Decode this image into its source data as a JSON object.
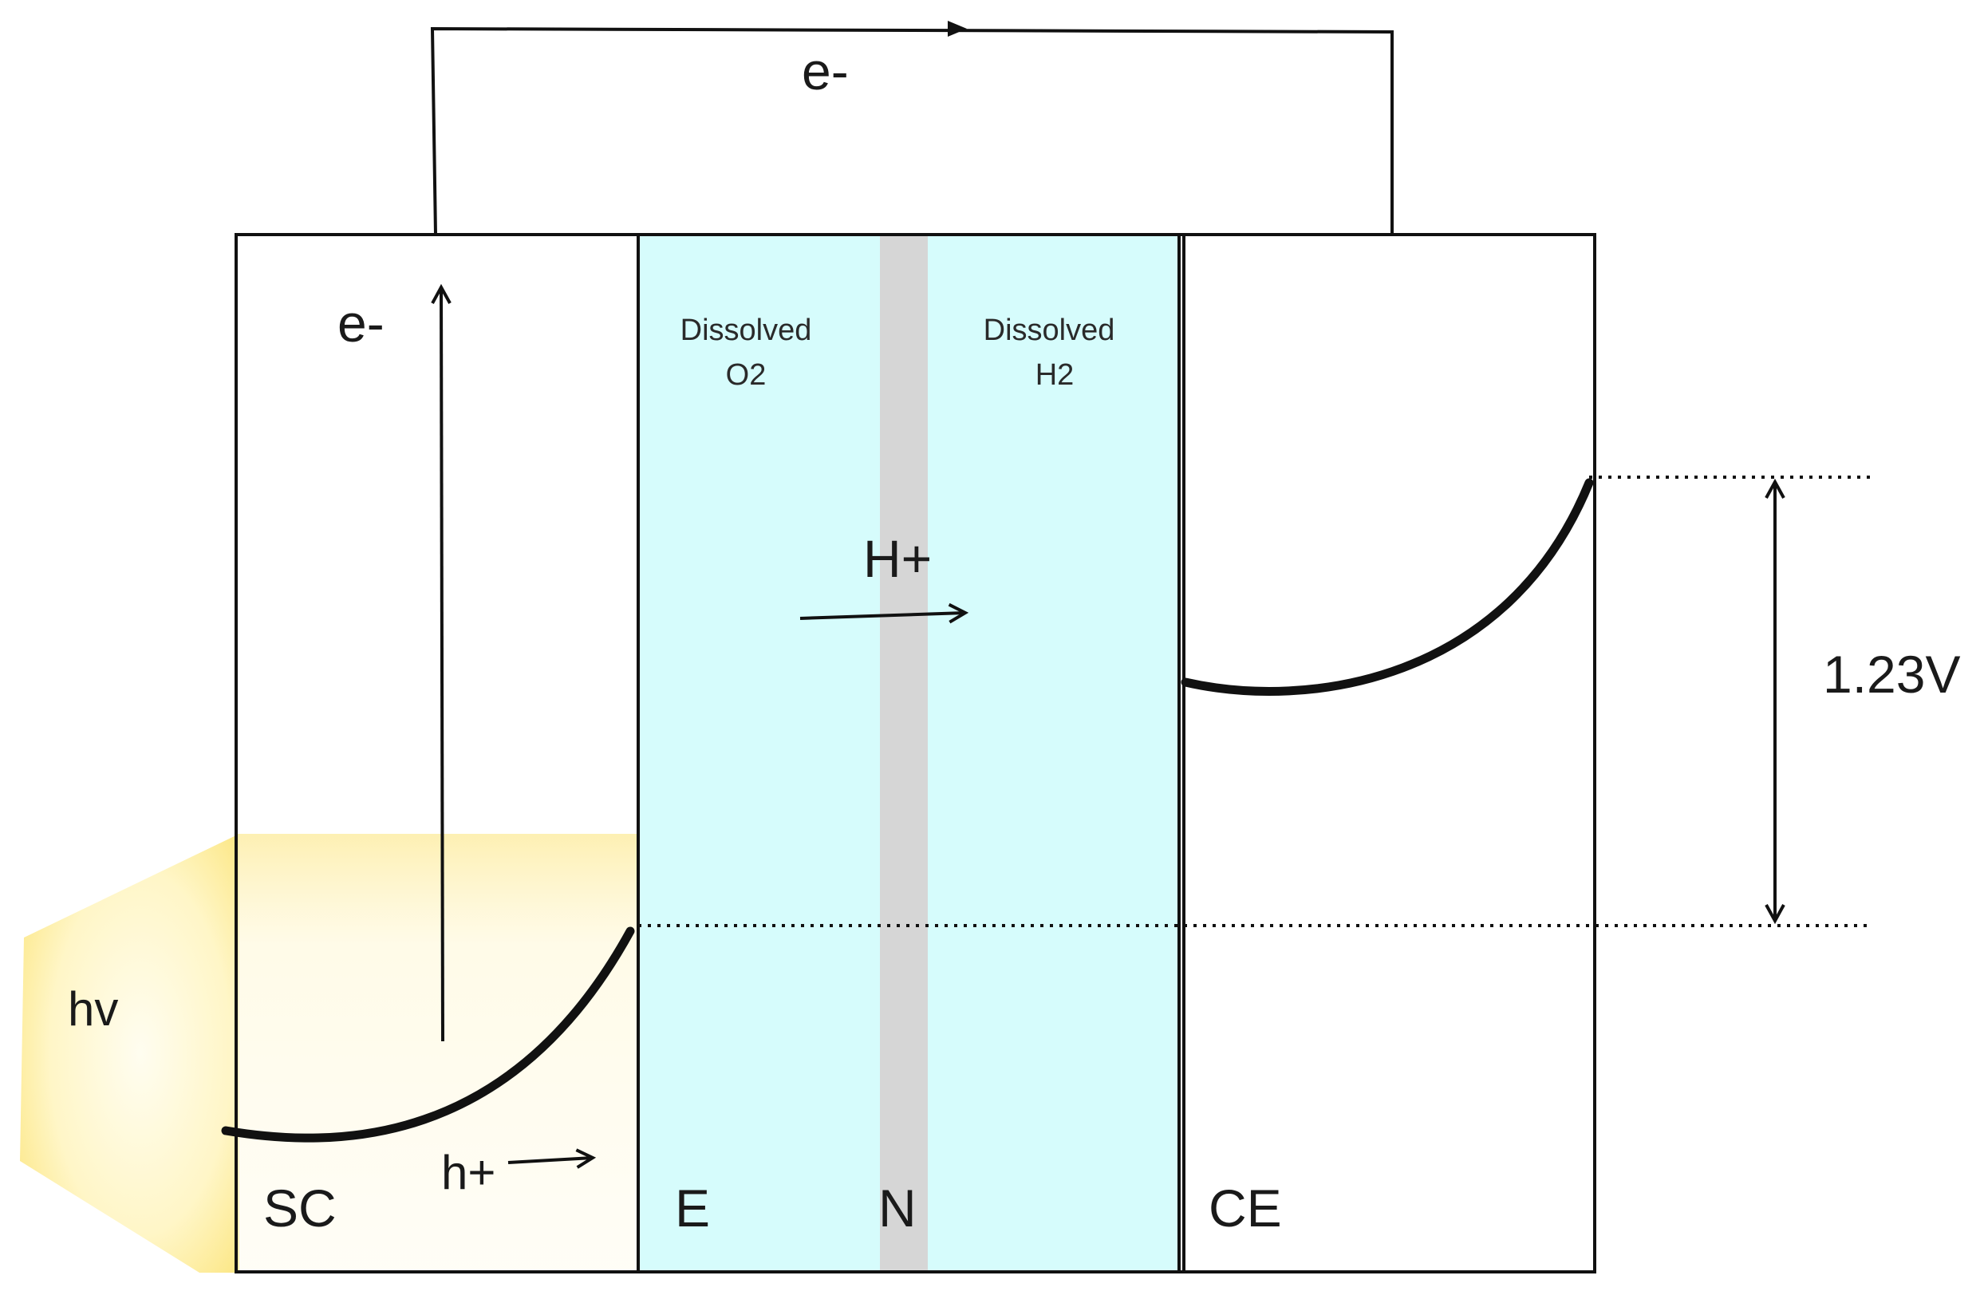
{
  "diagram": {
    "top_electron_label": "e-",
    "sc_electron_label": "e-",
    "photon_label": "hv",
    "hole_label": "h+",
    "proton_label": "H+",
    "voltage_label": "1.23V",
    "regions": {
      "sc": "SC",
      "electrolyte": "E",
      "membrane": "N",
      "counter_electrode": "CE"
    },
    "species_left": {
      "line1": "Dissolved",
      "line2": "O2"
    },
    "species_right": {
      "line1": "Dissolved",
      "line2": "H2"
    }
  },
  "colors": {
    "electrolyte": "#d6fcfc",
    "membrane": "#d6d6d6",
    "light_glow": "#fbe98a",
    "light_core": "#fffbe6",
    "line": "#111111"
  }
}
